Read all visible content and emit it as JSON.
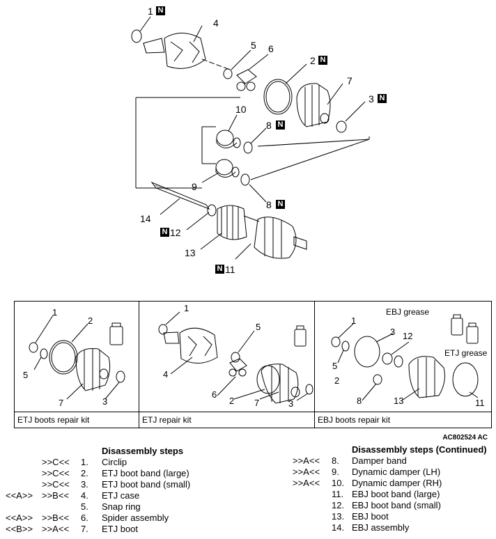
{
  "main_callouts": {
    "n1": "1",
    "n4": "4",
    "n5": "5",
    "n6": "6",
    "n2": "2",
    "n7": "7",
    "n3": "3",
    "n10": "10",
    "n8a": "8",
    "n9": "9",
    "n8b": "8",
    "n14": "14",
    "n12": "12",
    "n13": "13",
    "n11": "11",
    "new_mark": "N"
  },
  "kits": [
    {
      "caption": "ETJ boots repair kit",
      "labels": [
        "1",
        "2",
        "5",
        "7",
        "3"
      ]
    },
    {
      "caption": "ETJ repair kit",
      "labels": [
        "1",
        "5",
        "4",
        "6",
        "2",
        "7",
        "3"
      ]
    },
    {
      "caption": "EBJ boots repair kit",
      "labels": [
        "1",
        "3",
        "12",
        "5",
        "2",
        "8",
        "13",
        "11"
      ],
      "grease_top": "EBJ grease",
      "grease_bottom": "ETJ grease"
    }
  ],
  "figure_ref": "AC802524 AC",
  "disassembly_left": {
    "title": "Disassembly steps",
    "steps": [
      {
        "left_mark": "",
        "right_mark": ">>C<<",
        "num": "1.",
        "text": "Circlip"
      },
      {
        "left_mark": "",
        "right_mark": ">>C<<",
        "num": "2.",
        "text": "ETJ boot band (large)"
      },
      {
        "left_mark": "",
        "right_mark": ">>C<<",
        "num": "3.",
        "text": "ETJ boot band (small)"
      },
      {
        "left_mark": "<<A>>",
        "right_mark": ">>B<<",
        "num": "4.",
        "text": "ETJ case"
      },
      {
        "left_mark": "",
        "right_mark": "",
        "num": "5.",
        "text": "Snap ring"
      },
      {
        "left_mark": "<<A>>",
        "right_mark": ">>B<<",
        "num": "6.",
        "text": "Spider assembly"
      },
      {
        "left_mark": "<<B>>",
        "right_mark": ">>A<<",
        "num": "7.",
        "text": "ETJ boot"
      }
    ]
  },
  "disassembly_right": {
    "title": "Disassembly steps (Continued)",
    "steps": [
      {
        "mark": ">>A<<",
        "num": "8.",
        "text": "Damper band"
      },
      {
        "mark": ">>A<<",
        "num": "9.",
        "text": "Dynamic damper (LH)"
      },
      {
        "mark": ">>A<<",
        "num": "10.",
        "text": "Dynamic damper (RH)"
      },
      {
        "mark": "",
        "num": "11.",
        "text": "EBJ boot band (large)"
      },
      {
        "mark": "",
        "num": "12.",
        "text": "EBJ boot band (small)"
      },
      {
        "mark": "",
        "num": "13.",
        "text": "EBJ boot"
      },
      {
        "mark": "",
        "num": "14.",
        "text": "EBJ assembly"
      }
    ]
  }
}
